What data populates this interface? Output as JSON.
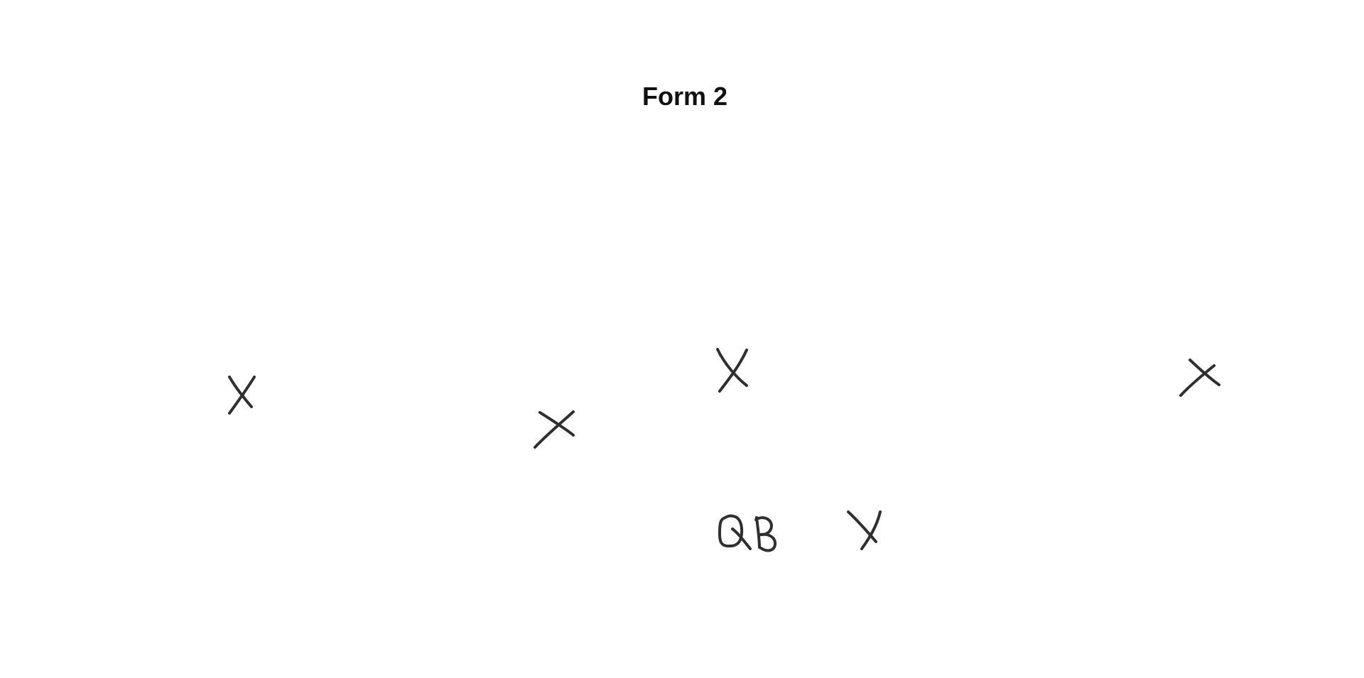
{
  "diagram": {
    "title": "Form 2",
    "players": [
      {
        "id": "p1",
        "mark": "X"
      },
      {
        "id": "p2",
        "mark": "X"
      },
      {
        "id": "p3",
        "mark": "X"
      },
      {
        "id": "p4",
        "mark": "X"
      },
      {
        "id": "p5",
        "mark": "QB"
      },
      {
        "id": "p6",
        "mark": "X"
      }
    ],
    "colors": {
      "ink": "#2f2f2f",
      "background": "#ffffff"
    }
  }
}
